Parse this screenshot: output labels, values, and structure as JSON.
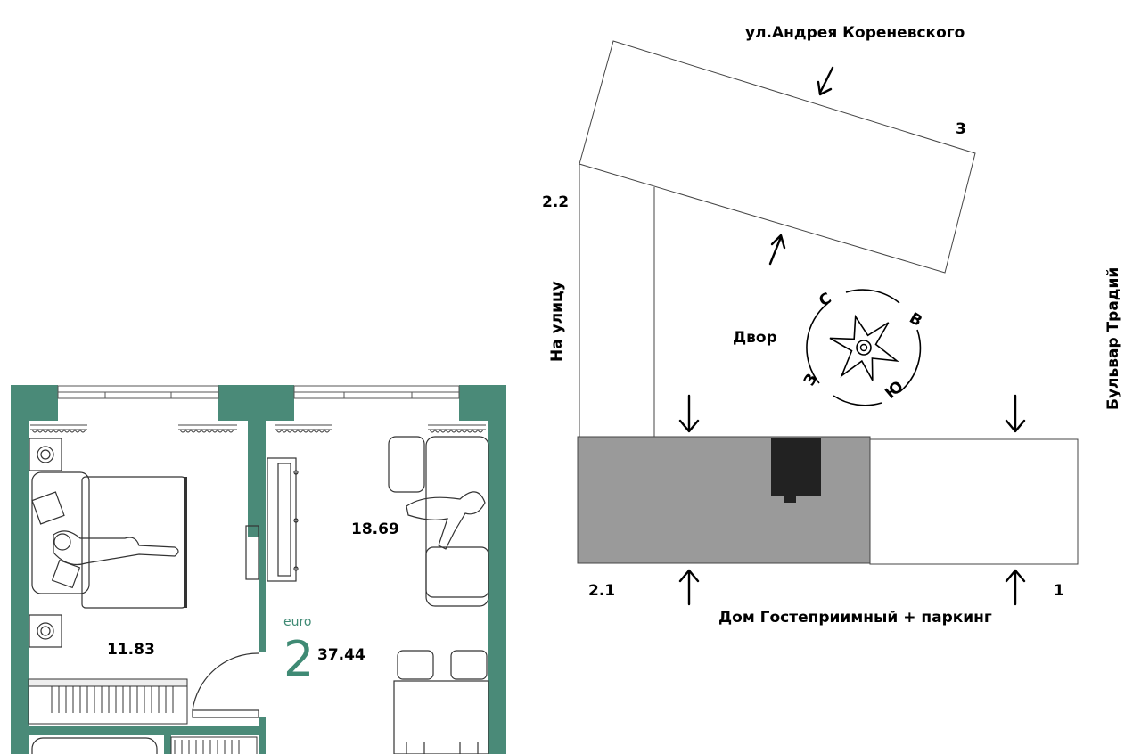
{
  "plan": {
    "wall_color": "#4a8a78",
    "accent_color": "#3f8a74",
    "room_bedroom_area": "11.83",
    "room_living_area": "18.69",
    "type_prefix": "euro",
    "room_count": "2",
    "total_area": "37.44"
  },
  "site": {
    "street_top": "ул.Андрея Кореневского",
    "street_left": "На улицу",
    "street_right": "Бульвар Традий",
    "bottom_caption": "Дом Гостеприимный + паркинг",
    "courtyard": "Двор",
    "building_top_number": "3",
    "building_left_number": "2.2",
    "building_bottom_left_number": "2.1",
    "building_bottom_right_number": "1",
    "current_section_color": "#9a9a9a",
    "marker_color": "#222222",
    "compass": {
      "n": "С",
      "e": "В",
      "s": "Ю",
      "w": "З"
    }
  }
}
